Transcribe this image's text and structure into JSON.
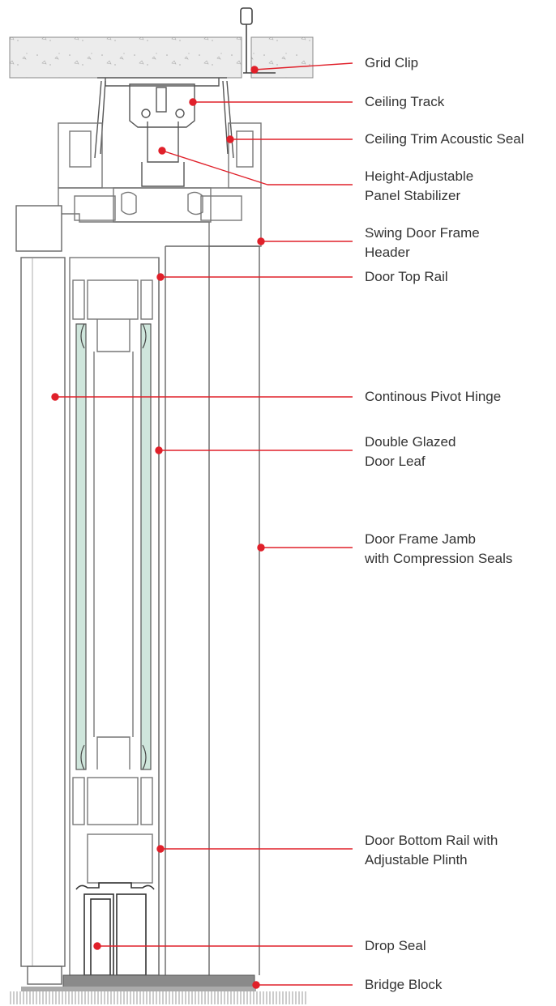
{
  "accent_color": "#e0202a",
  "labels": {
    "grid_clip": "Grid Clip",
    "ceiling_track": "Ceiling Track",
    "ceiling_trim": "Ceiling Trim Acoustic Seal",
    "stabilizer_1": "Height-Adjustable",
    "stabilizer_2": "Panel Stabilizer",
    "frame_header_1": "Swing Door Frame",
    "frame_header_2": "Header",
    "top_rail": "Door Top Rail",
    "pivot_hinge": "Continous Pivot Hinge",
    "door_leaf_1": "Double Glazed",
    "door_leaf_2": "Door Leaf",
    "jamb_1": "Door Frame Jamb",
    "jamb_2": "with Compression Seals",
    "bottom_rail_1": "Door Bottom Rail with",
    "bottom_rail_2": "Adjustable Plinth",
    "drop_seal": "Drop Seal",
    "bridge_block": "Bridge Block"
  }
}
